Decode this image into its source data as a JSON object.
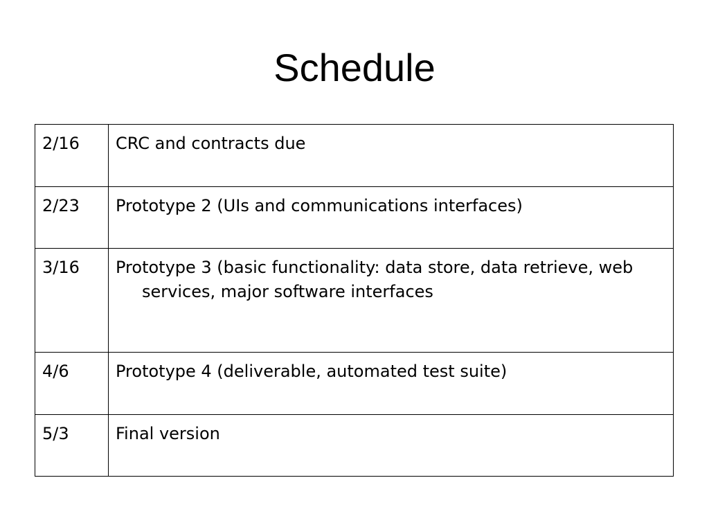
{
  "slide": {
    "title": "Schedule"
  },
  "schedule": {
    "rows": [
      {
        "date": "2/16",
        "event": "CRC and contracts due"
      },
      {
        "date": "2/23",
        "event": "Prototype 2 (UIs and communications interfaces)"
      },
      {
        "date": "3/16",
        "event": "Prototype 3 (basic functionality: data store, data retrieve, web services, major software interfaces"
      },
      {
        "date": "4/6",
        "event": "Prototype 4 (deliverable, automated test suite)"
      },
      {
        "date": "5/3",
        "event": "Final version"
      }
    ]
  }
}
